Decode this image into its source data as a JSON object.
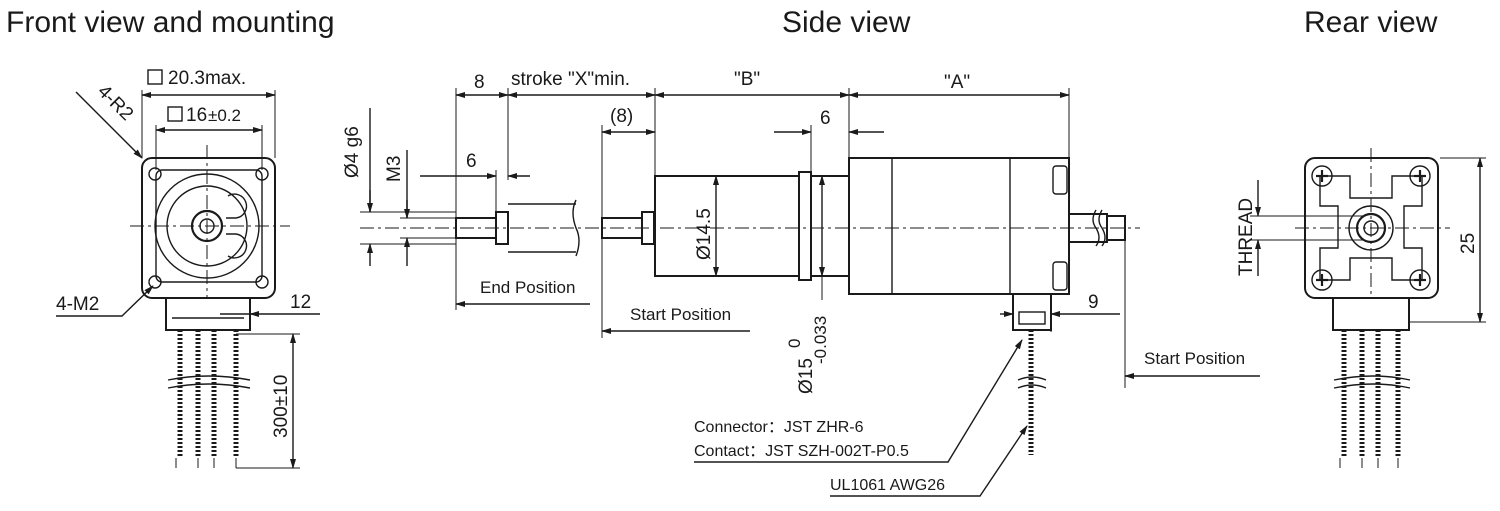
{
  "views": {
    "front_title": "Front view and mounting",
    "side_title": "Side view",
    "rear_title": "Rear view"
  },
  "front": {
    "outer_size": "20.3max.",
    "inner_size": "16",
    "inner_tol": "±0.2",
    "corner_radius": "4-R2",
    "mount_holes": "4-M2",
    "connector_width": "12",
    "lead_length": "300±10"
  },
  "side": {
    "dim_8": "8",
    "stroke": "stroke \"X\"min.",
    "dim_B": "\"B\"",
    "dim_A": "\"A\"",
    "dim_paren8": "(8)",
    "dim_6_shaft": "6",
    "dim_6_flange": "6",
    "shaft_dia": "Ø4 g6",
    "thread": "M3",
    "body_dia": "Ø14.5",
    "flange_dia_base": "Ø15",
    "flange_tol_upper": "0",
    "flange_tol_lower": "-0.033",
    "dim_9": "9",
    "end_position": "End Position",
    "start_position_1": "Start Position",
    "start_position_2": "Start Position",
    "connector_note": "Connector：JST ZHR-6",
    "contact_note": "Contact：JST SZH-002T-P0.5",
    "wire_note": "UL1061  AWG26"
  },
  "rear": {
    "thread": "THREAD",
    "height": "25"
  }
}
